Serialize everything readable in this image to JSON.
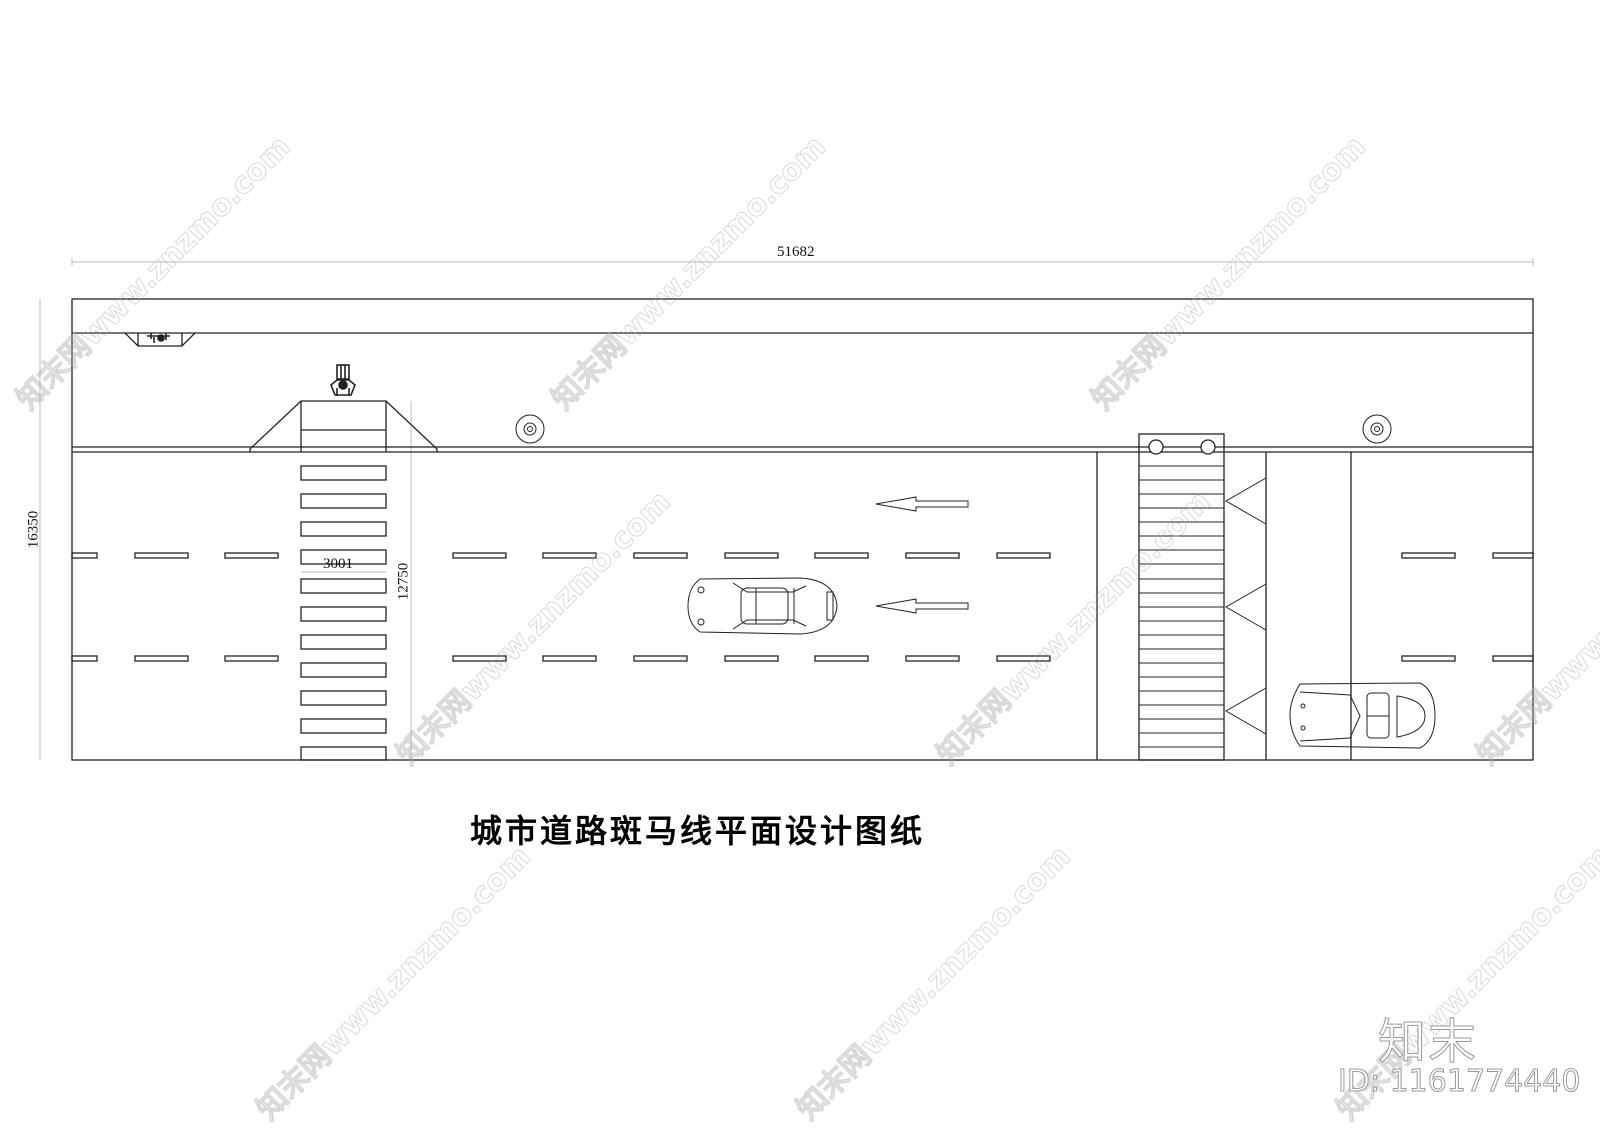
{
  "drawing": {
    "title": "城市道路斑马线平面设计图纸",
    "dimensions": {
      "total_length": "51682",
      "total_width": "16350",
      "crosswalk_width": "3001",
      "carriageway_width": "12750"
    },
    "colors": {
      "line": "#222222",
      "dimension_line": "#bbbbbb",
      "background": "#ffffff"
    },
    "elements": {
      "left_crosswalk_stripes": 11,
      "right_crosswalk_stripes": 28,
      "lane_dividers": 2,
      "direction_arrows": 2,
      "yield_triangles": 3,
      "trees": 2,
      "bollards": 2,
      "cars": 2,
      "pedestrians": 2
    }
  },
  "watermark": {
    "logo": "知末",
    "id": "ID: 1161774440",
    "pattern_text": "知末网www.znzmo.com"
  }
}
